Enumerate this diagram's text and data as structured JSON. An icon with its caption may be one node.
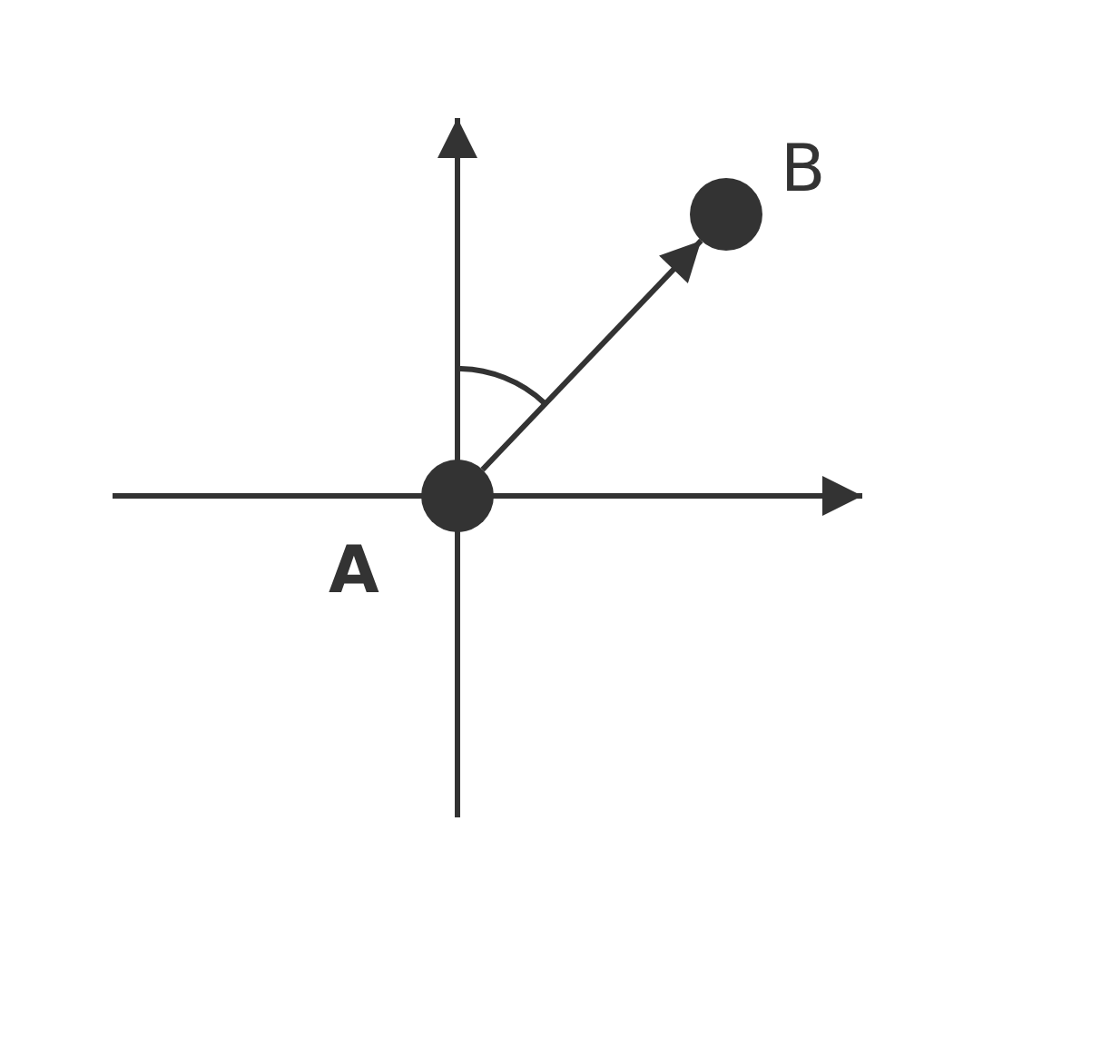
{
  "diagram": {
    "nodes": [
      {
        "text": [],
        "shape": "circle",
        "beside": [
          "A"
        ]
      },
      {
        "text": [],
        "shape": "circle",
        "beside": [
          "B"
        ]
      }
    ],
    "edges": [
      {
        "from": 0,
        "to": 1,
        "arrow": "to"
      }
    ]
  }
}
